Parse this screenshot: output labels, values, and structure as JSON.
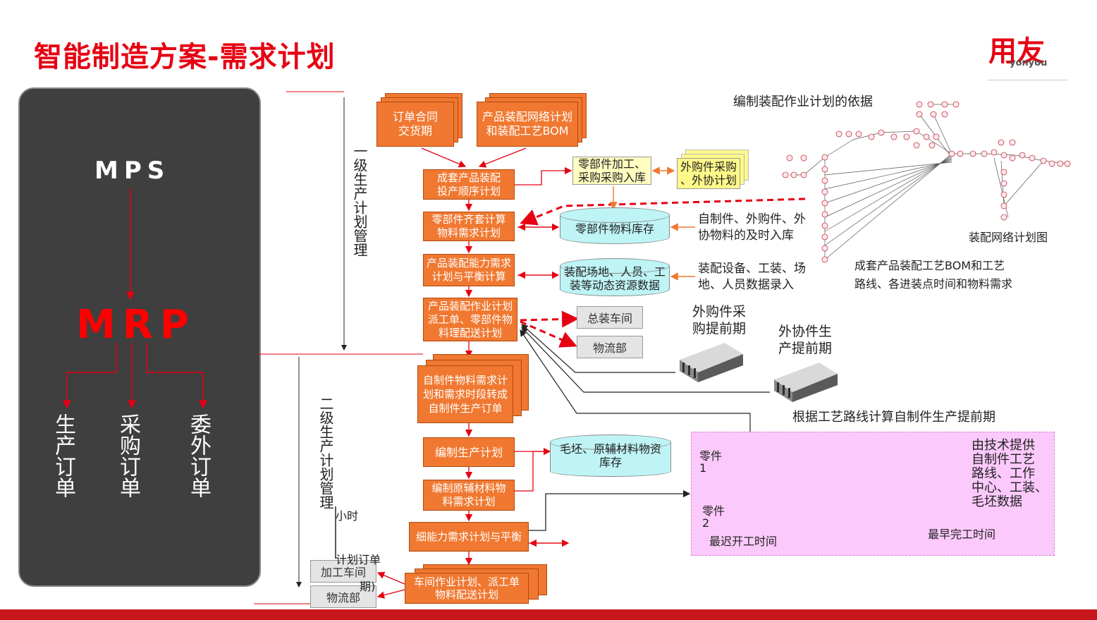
{
  "title": "智能制造方案-需求计划",
  "logo": {
    "main": "用友",
    "sub": "yonyou"
  },
  "left_panel": {
    "mps": "MPS",
    "mrp": "MRP",
    "orders": [
      "生产订单",
      "采购订单",
      "委外订单"
    ]
  },
  "levels": {
    "first": "一级生产计划管理",
    "second": "二级生产计划管理"
  },
  "flow": {
    "order_contract": "订单合同\n交货期",
    "assembly_network": "产品装配网络计划\n和装配工艺BOM",
    "assembly_sequence": "成套产品装配\n投产顺序计划",
    "parts_kitting": "零部件齐套计算\n物料需求计划",
    "assembly_capacity": "产品装配能力需求\n计划与平衡计算",
    "assembly_job": "产品装配作业计划\n派工单、零部件物\n料理配送计划",
    "self_made_demand": "自制件物料需求计\n划和需求时段转成\n自制件生产订单",
    "prod_plan": "编制生产计划",
    "raw_material": "编制原辅材料物\n料需求计划",
    "fine_capacity": "细能力需求计划与平衡",
    "workshop_job": "车间作业计划、派工单\n物料配送计划"
  },
  "side": {
    "parts_inbound": "零部件加工、\n采购采购入库",
    "outsourced_plan": "外购件采购\n、外协计划",
    "parts_inventory": "零部件物料库存",
    "resources": "装配场地、人员、工\n装等动态资源数据",
    "blanks": "毛坯、原辅材料物资\n库存",
    "assembly_shop": "总装车间",
    "logistics": "物流部",
    "processing_shop": "加工车间",
    "logistics2": "物流部"
  },
  "notes": {
    "timely_inbound": "自制件、外购件、外\n协物料的及时入库",
    "equipment_input": "装配设备、工装、场\n地、人员数据录入",
    "basis": "编制装配作业计划的依据",
    "network_chart": "装配网络计划图",
    "bom_route": "成套产品装配工艺BOM和工艺\n路线、各进装点时间和物料需求",
    "purchase_lead": "外购件采\n购提前期",
    "outsource_lead": "外协件生\n产提前期",
    "calc_lead": "根据工艺路线计算自制件生产提前期",
    "hour": "小时",
    "plan_order": "计划订单",
    "period": "期)"
  },
  "route_box": {
    "part1": "零件\n1",
    "part2": "零件\n2",
    "tech_data": "由技术提供\n自制件工艺\n路线、工作\n中心、工装、\n毛坯数据",
    "latest_start": "最迟开工时间",
    "earliest_finish": "最早完工时间"
  },
  "colors": {
    "brand_red": "#e60012",
    "box_orange": "#f07830",
    "cylinder": "#bff4f6",
    "route_bg": "#fbc9fb",
    "node": "#9b6a1e"
  }
}
